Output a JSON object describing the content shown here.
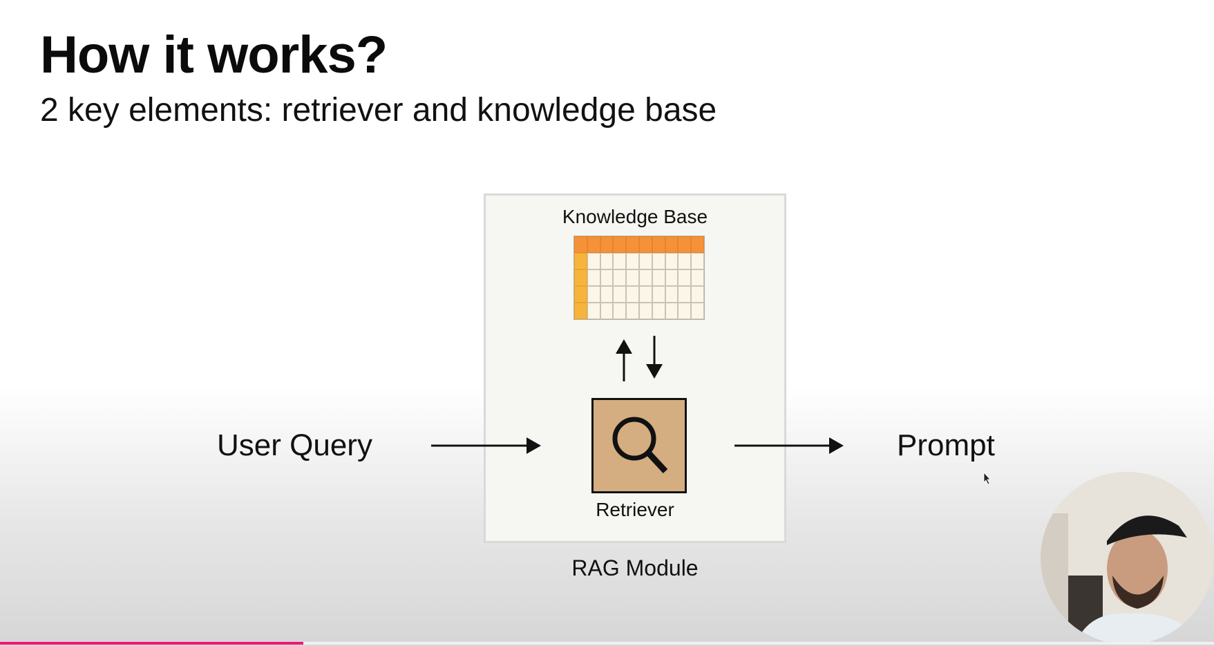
{
  "slide": {
    "title": "How it works?",
    "subtitle": "2 key elements: retriever and knowledge base"
  },
  "diagram": {
    "user_query": "User Query",
    "knowledge_base": "Knowledge Base",
    "retriever": "Retriever",
    "rag_module": "RAG Module",
    "prompt": "Prompt"
  },
  "colors": {
    "kb_header": "#f59238",
    "kb_index": "#f6b43d",
    "retriever_fill": "#d4ad80"
  },
  "icons": {
    "retriever": "search-icon",
    "cursor": "mouse-pointer-icon"
  },
  "video": {
    "progress_fraction": 0.25
  }
}
